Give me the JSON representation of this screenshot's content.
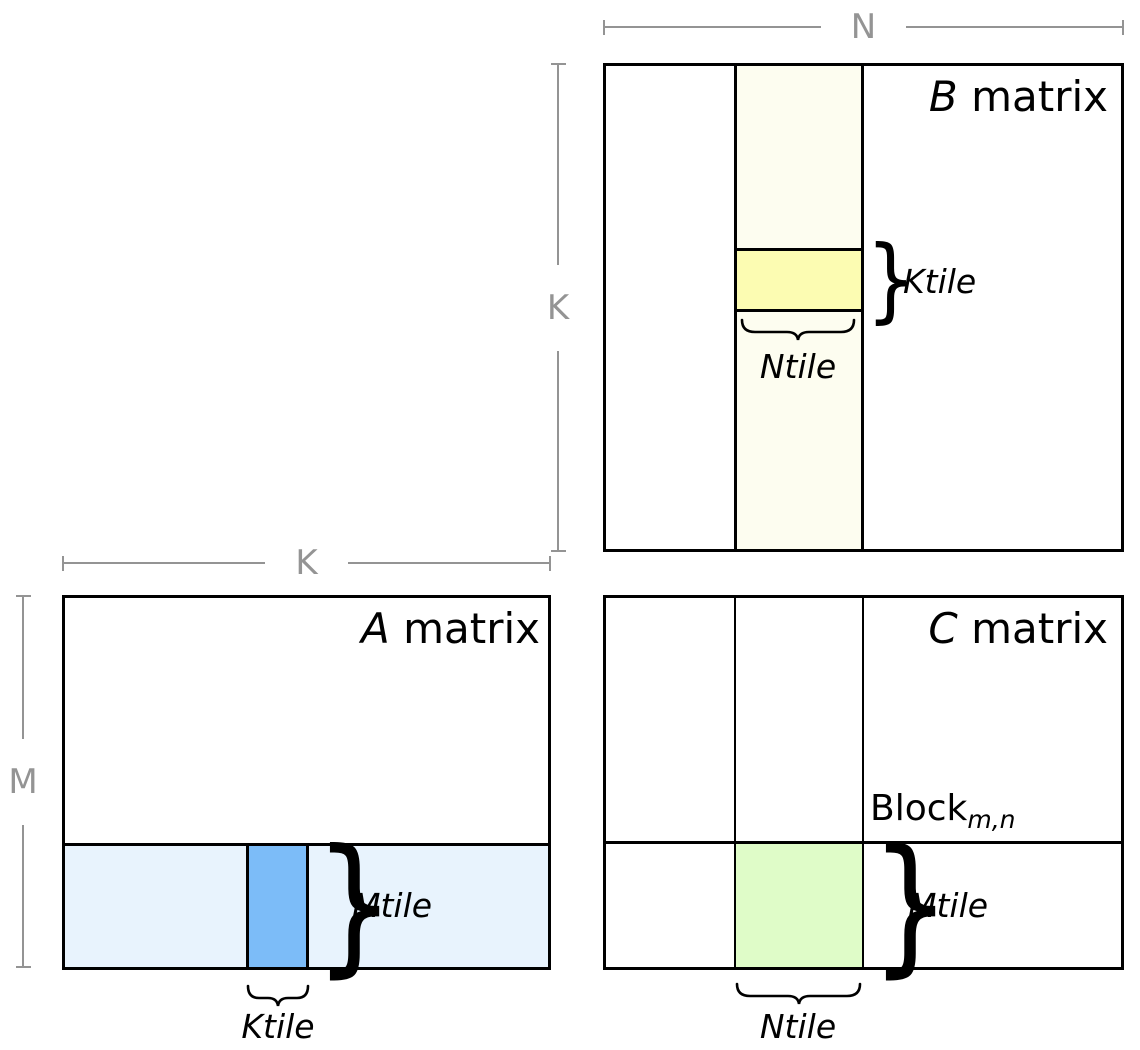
{
  "dims": {
    "n": "N",
    "k_b": "K",
    "k_a": "K",
    "m": "M"
  },
  "b_matrix": {
    "title_letter": "B",
    "title_rest": " matrix",
    "ktile_label": "Ktile",
    "ntile_label": "Ntile"
  },
  "a_matrix": {
    "title_letter": "A",
    "title_rest": " matrix",
    "mtile_label": "Mtile",
    "ktile_label": "Ktile"
  },
  "c_matrix": {
    "title_letter": "C",
    "title_rest": " matrix",
    "block_base": "Block",
    "block_sub": "m,n",
    "mtile_label": "Mtile",
    "ntile_label": "Ntile"
  },
  "braces": {
    "curly": "}"
  },
  "colors": {
    "line_black": "#000000",
    "dim_gray": "#949494",
    "b_strip_ivory": "#FDFDF0",
    "b_tile_yellow": "#FCFCB2",
    "a_strip_lightblue": "#E8F3FD",
    "a_tile_blue": "#7CBCF8",
    "c_tile_green": "#DFFCC8"
  }
}
